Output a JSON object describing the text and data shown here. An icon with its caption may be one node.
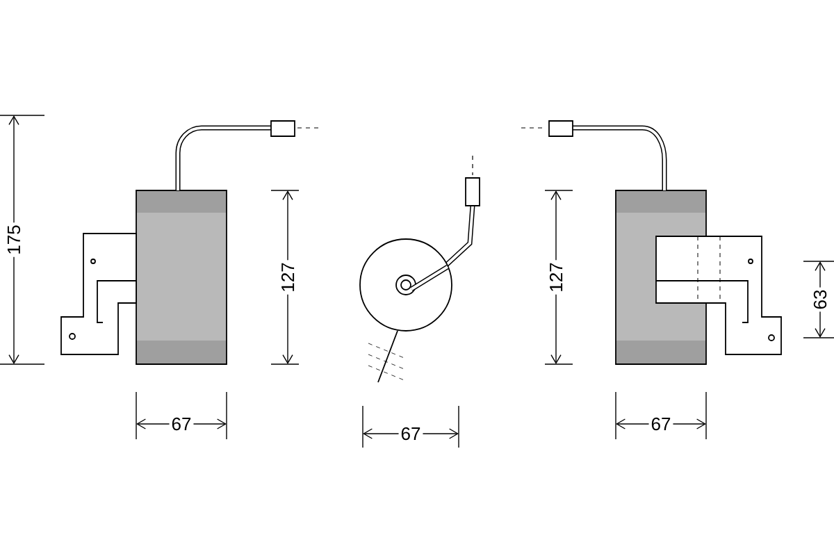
{
  "diagram": {
    "labels": [
      "175",
      "127",
      "127",
      "63",
      "67",
      "67",
      "67"
    ]
  }
}
